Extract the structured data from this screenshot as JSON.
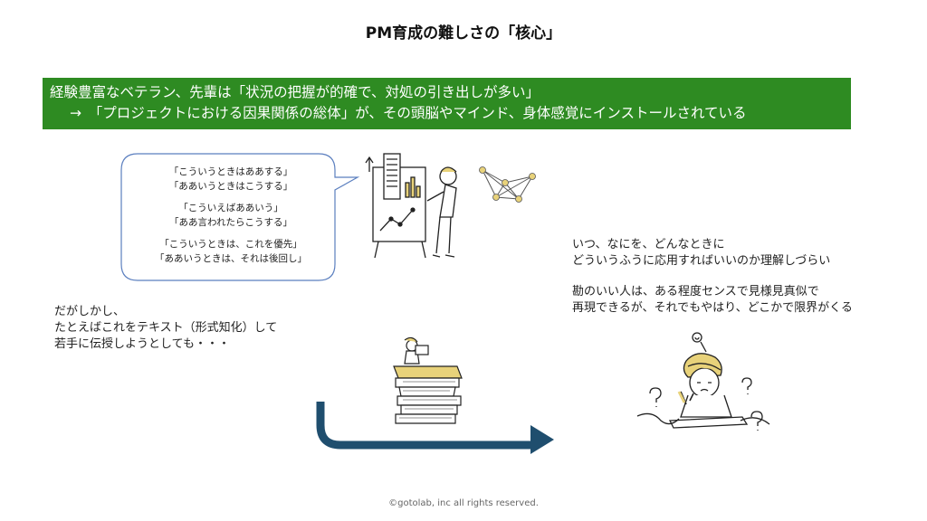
{
  "title": "PM育成の難しさの「核心」",
  "banner": {
    "line1": "経験豊富なベテラン、先輩は「状況の把握が的確で、対処の引き出しが多い」",
    "line2": "→　「プロジェクトにおける因果関係の総体」が、その頭脳やマインド、身体感覚にインストールされている"
  },
  "bubble": {
    "lines": [
      "「こういうときはああする」",
      "「ああいうときはこうする」",
      "「こういえばああいう」",
      "「ああ言われたらこうする」",
      "「こういうときは、これを優先」",
      "「ああいうときは、それは後回し」"
    ]
  },
  "left_text": {
    "line1": "だがしかし、",
    "line2": "たとえばこれをテキスト（形式知化）して",
    "line3": "若手に伝授しようとしても・・・"
  },
  "right_text": {
    "line1": "いつ、なにを、どんなときに",
    "line2": "どういうふうに応用すればいいのか理解しづらい",
    "line3": "勘のいい人は、ある程度センスで見様見真似で",
    "line4": "再現できるが、それでもやはり、どこかで限界がくる"
  },
  "footer": "©gotolab, inc  all rights reserved.",
  "colors": {
    "banner_bg": "#2e8b22",
    "arrow": "#1f4e6e",
    "bubble_border": "#5b7fbf",
    "accent_yellow": "#e8d27a"
  }
}
